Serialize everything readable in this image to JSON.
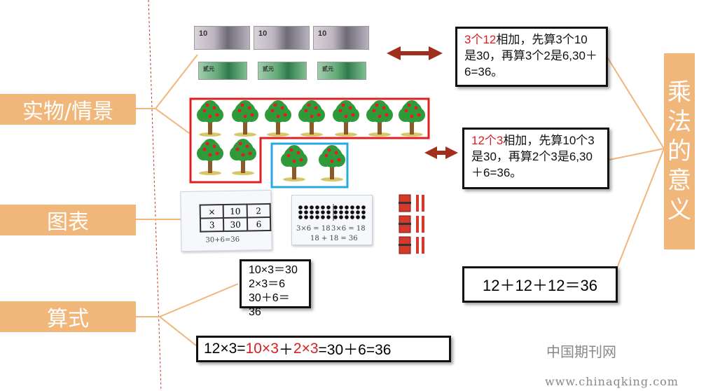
{
  "labels": {
    "real": "实物/情景",
    "chart": "图表",
    "formula": "算式",
    "meaning_chars": [
      "乘",
      "法",
      "的",
      "意",
      "义"
    ]
  },
  "box1": {
    "part_a": "3个12",
    "part_b": "相加，先算3个10是30，再算3个2是6,30＋6=36。"
  },
  "box2": {
    "part_a": "12个3",
    "part_b": "相加，先算10个3是30，再算2个3是6,30＋6=36。"
  },
  "box3": {
    "text": "12＋12＋12＝36"
  },
  "calc": {
    "line1": "10×3＝30",
    "line2": "2×3＝6",
    "line3": "30＋6＝36"
  },
  "final": {
    "p1": "12×3=",
    "p2": "10×3",
    "p3": "＋",
    "p4": "2×3",
    "p5": "=30＋6=36"
  },
  "money": {
    "ten": "10",
    "two": "贰元"
  },
  "table": {
    "rows": [
      [
        "×",
        "10",
        "2"
      ],
      [
        "3",
        "30",
        "6"
      ]
    ],
    "sum": "30+6=36"
  },
  "dots": {
    "eq1": "3×6 = 18",
    "eq2": "3×6 = 18",
    "eq3": "18 + 18 = 36"
  },
  "watermark": {
    "cn": "中国期刊网",
    "url": "www.chinaqking.com"
  },
  "colors": {
    "orange": "#f0b67a",
    "red": "#d62020",
    "blue": "#2aa8e0",
    "arrow": "#a0301c"
  }
}
